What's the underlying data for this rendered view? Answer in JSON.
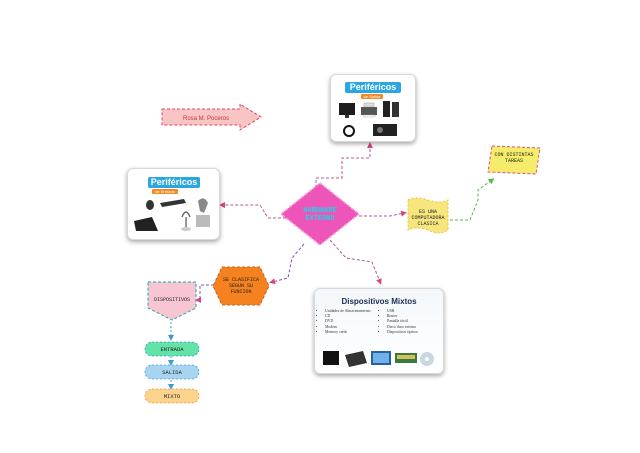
{
  "author_label": "Rosa M. Poceros",
  "center_node": "HARDWARE EXTERNO",
  "classify_node": "SE CLASIFICA SEGUN SU FUNCION",
  "compare_node": "ES UNA COMPUTADORA CLASICA",
  "differ_node": "CON DISTINTAS TAREAS",
  "devices_node": "DISPOSITIVOS",
  "flow": [
    "ENTRADA",
    "SALIDA",
    "MIXTO"
  ],
  "card_output": {
    "banner": "Periféricos",
    "subtitle": "de Salida"
  },
  "card_input": {
    "banner": "Periféricos",
    "subtitle": "de Entrada"
  },
  "card_mixed": {
    "title": "Dispositivos Mixtos",
    "col1": [
      "Unidades de Almacenamiento",
      "CD",
      "DVD",
      "Modem",
      "Memory cards"
    ],
    "col2": [
      "USB",
      "Router",
      "Pantalla táctil",
      "Disco duro externo",
      "Dispositivos ópticos"
    ]
  },
  "colors": {
    "center": "#ee55b8",
    "center_text": "#1fd2ec",
    "connector": "#b05a9a",
    "author_fill": "#f8c4c4",
    "classify_fill": "#f5821f",
    "compare_fill": "#f7e57e",
    "differ_fill": "#f4ec6a",
    "devices_fill": "#f8c6d3",
    "flow_green": "#63e3a6",
    "flow_blue": "#a7d4f1",
    "flow_orange": "#fbd38c"
  }
}
